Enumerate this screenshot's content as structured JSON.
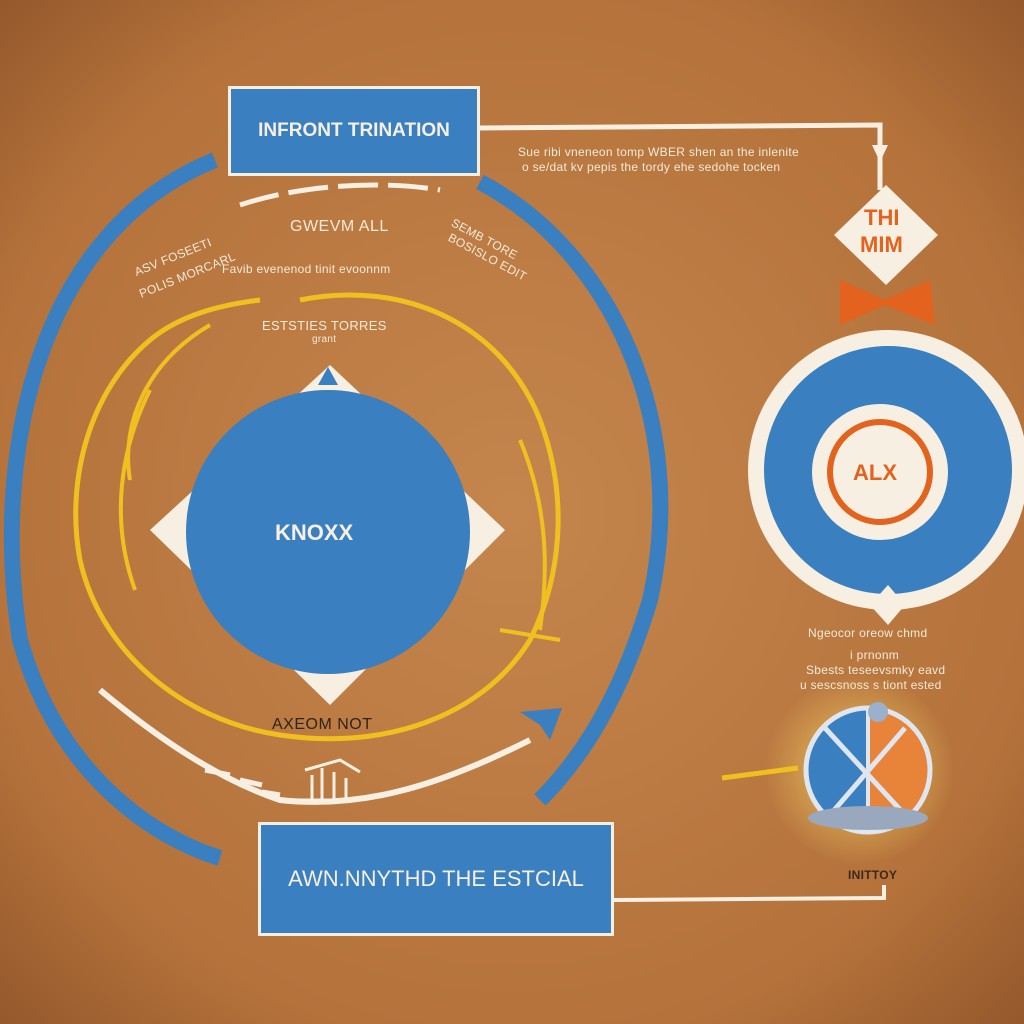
{
  "top_box": {
    "label": "INFRONT TRINATION"
  },
  "top_note": {
    "line1": "Sue ribi vneneon tomp WBER shen an the inlenite",
    "line2": "o se/dat kv pepis the tordy ehe sedohe tocken"
  },
  "diamond": {
    "line1": "THI",
    "line2": "MIM"
  },
  "right_circle": {
    "label": "ALX"
  },
  "right_notes": {
    "line1": "Ngeocor oreow chmd",
    "line2": "i prnonm",
    "line3": "Sbests  teseevsmky  eavd",
    "line4": "u sescsnoss s  tiont ested"
  },
  "globe_caption": "INITTOY",
  "center_circle": {
    "label": "KNOXX"
  },
  "ring_labels": {
    "top": "GWEVM ALL",
    "left_line1": "ASV FOSEETI",
    "left_line2": "POLIS MORCARL",
    "right_line1": "SEMB TORE",
    "right_line2": "BOSISLO EDIT",
    "inner_top": "Favib evenenod  tinit evoonnm",
    "yellow_top_line1": "ESTSTIES TORRES",
    "yellow_top_line2": "grant",
    "bottom": "AXEOM NOT"
  },
  "bottom_box": {
    "label": "AWN.NNYTHD THE ESTCIAL"
  },
  "colors": {
    "background": "#b8763f",
    "blue": "#3a7fc0",
    "cream": "#f6efe2",
    "yellow": "#f0c020",
    "orange": "#e2621e"
  },
  "icons": [
    "tree-sketch-icon",
    "globe-icon",
    "arrow-head-icon"
  ]
}
